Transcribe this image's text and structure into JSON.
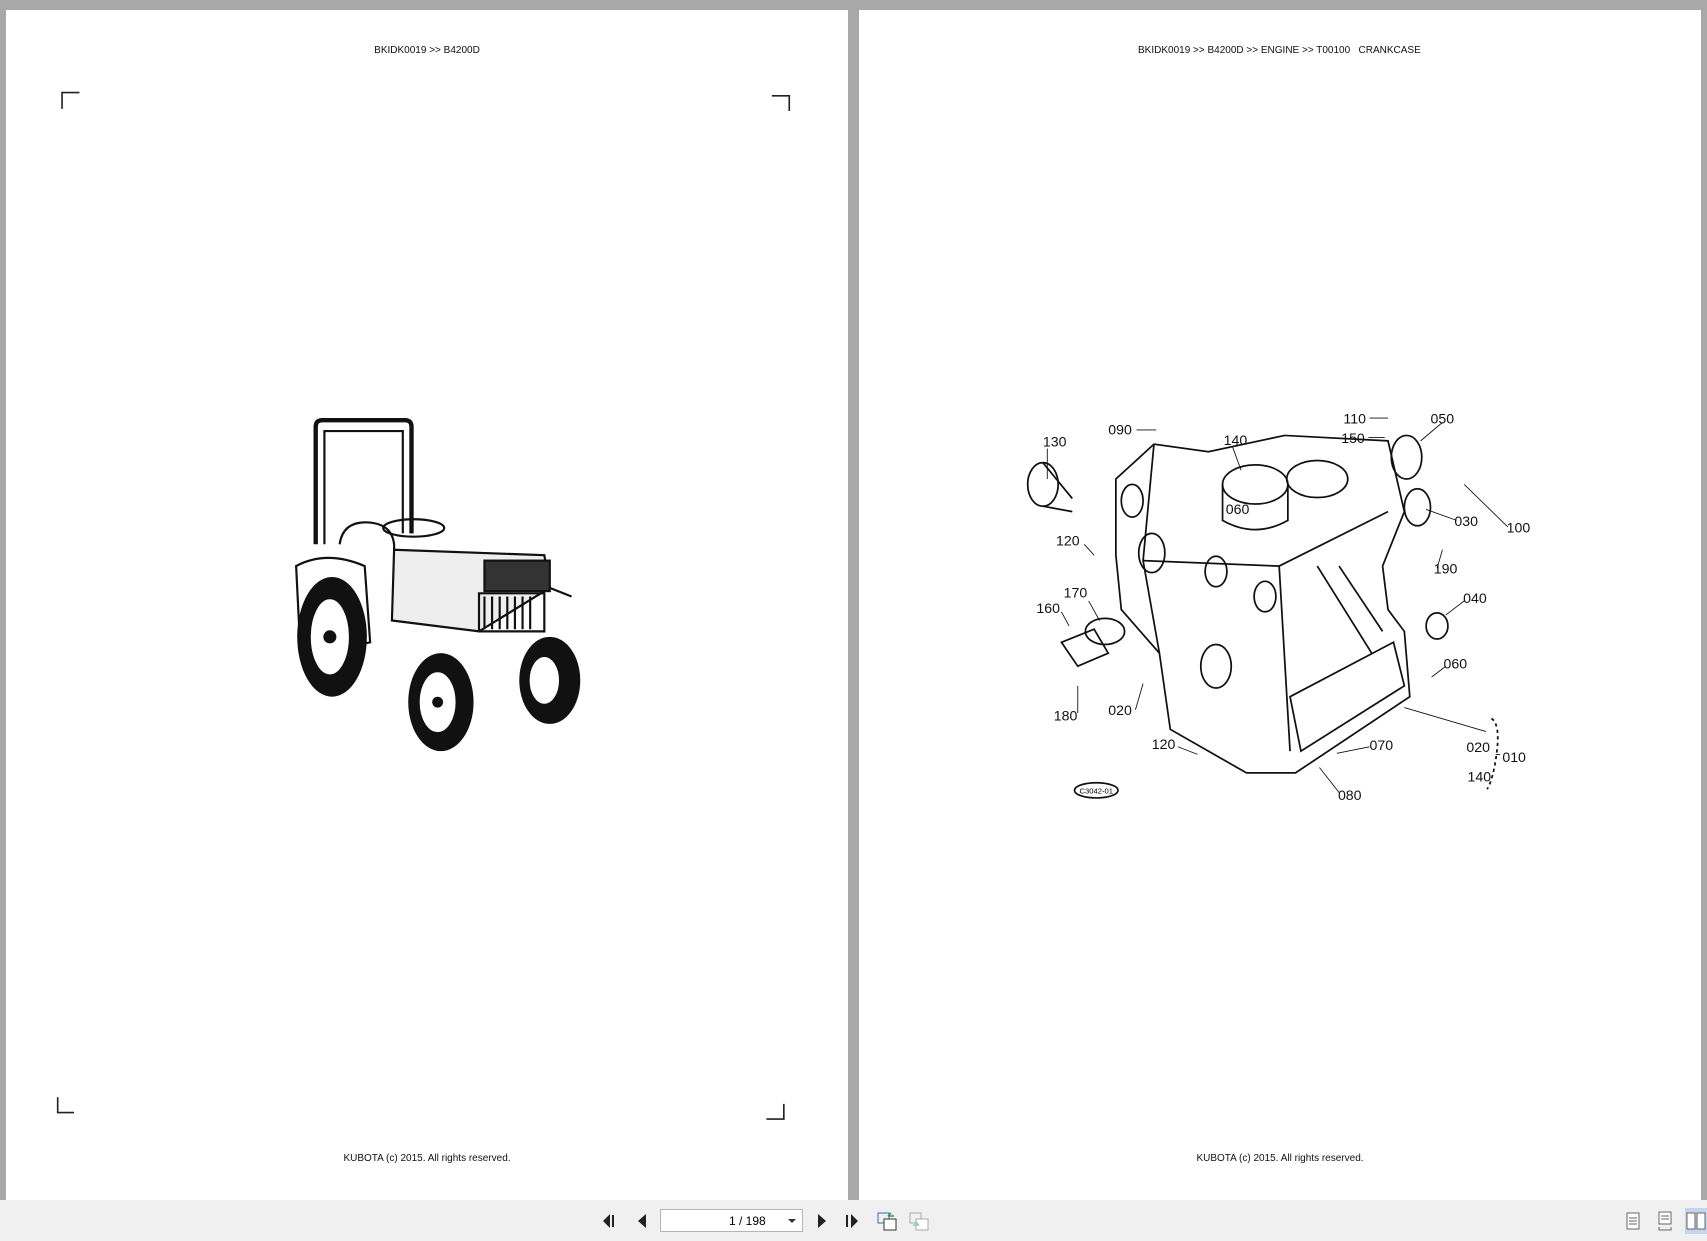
{
  "left_page": {
    "header": "BKIDK0019 >> B4200D",
    "footer": "KUBOTA (c) 2015. All rights reserved."
  },
  "right_page": {
    "header": "BKIDK0019 >> B4200D >> ENGINE >> T00100   CRANKCASE",
    "footer": "KUBOTA (c) 2015. All rights reserved.",
    "diagram_id": "C3042-01",
    "callouts": [
      "130",
      "090",
      "140",
      "110",
      "050",
      "150",
      "060",
      "030",
      "100",
      "120",
      "190",
      "170",
      "040",
      "160",
      "060",
      "180",
      "020",
      "120",
      "070",
      "020",
      "010",
      "140",
      "080"
    ]
  },
  "toolbar": {
    "page_indicator": "1 / 198",
    "icons": [
      "first-page-icon",
      "previous-page-icon",
      "next-page-icon",
      "last-page-icon",
      "go-back-view-icon",
      "go-forward-view-icon",
      "single-page-view-icon",
      "continuous-view-icon",
      "two-page-view-icon"
    ],
    "active_view": "two-page-view",
    "active_color": "#c5d5ef"
  }
}
